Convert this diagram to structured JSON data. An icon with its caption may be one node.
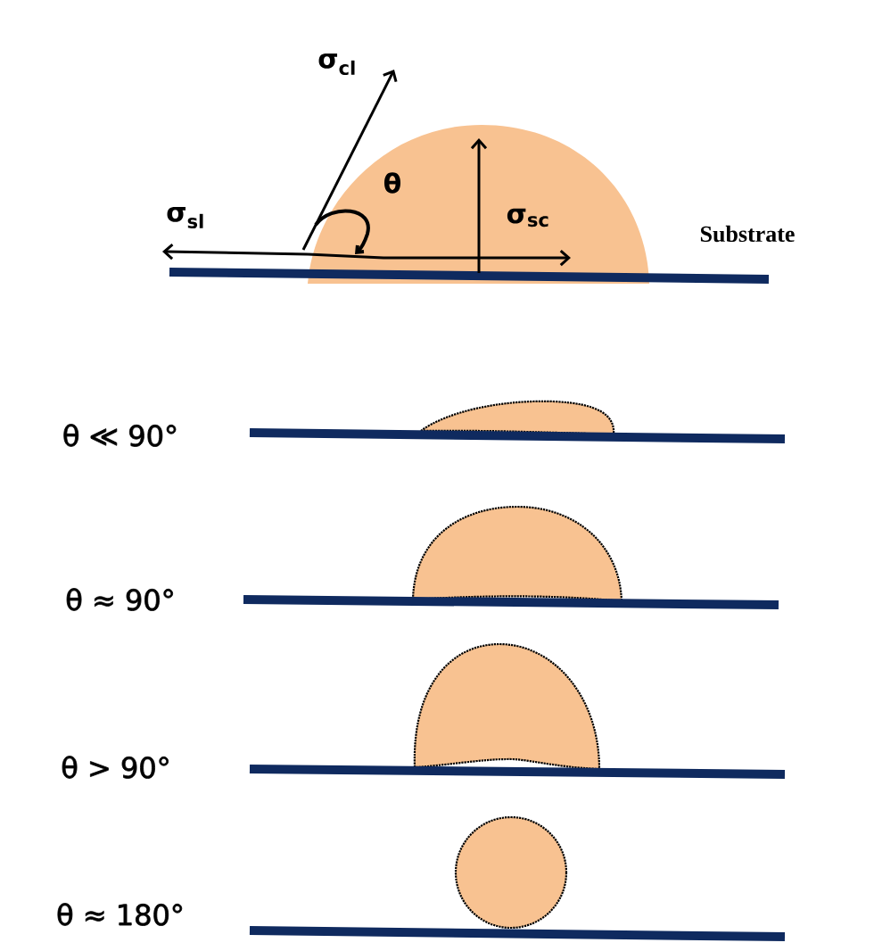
{
  "diagram": {
    "labels": [
      "σ$_{cl}$",
      "θ",
      "σ$_{sl}$",
      "σ$_{sc}$",
      "Substrate",
      "θ ≪ 90°",
      "θ ≈ 90°",
      "θ > 90°",
      "θ ≈ 180°"
    ]
  }
}
